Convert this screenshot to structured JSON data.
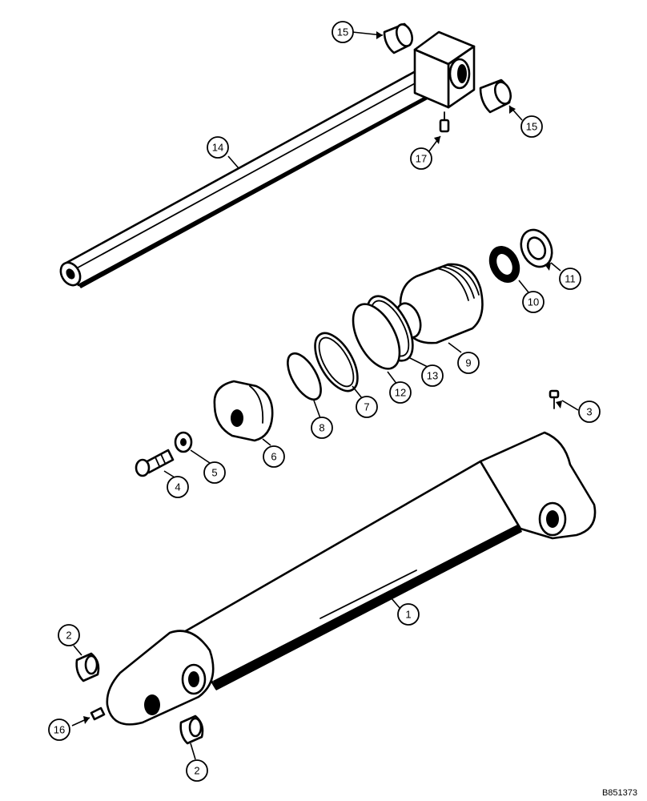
{
  "diagram_code": "B851373",
  "callouts": [
    {
      "id": "c1",
      "label": "1"
    },
    {
      "id": "c2a",
      "label": "2"
    },
    {
      "id": "c2b",
      "label": "2"
    },
    {
      "id": "c3",
      "label": "3"
    },
    {
      "id": "c4",
      "label": "4"
    },
    {
      "id": "c5",
      "label": "5"
    },
    {
      "id": "c6",
      "label": "6"
    },
    {
      "id": "c7",
      "label": "7"
    },
    {
      "id": "c8",
      "label": "8"
    },
    {
      "id": "c9",
      "label": "9"
    },
    {
      "id": "c10",
      "label": "10"
    },
    {
      "id": "c11",
      "label": "11"
    },
    {
      "id": "c12",
      "label": "12"
    },
    {
      "id": "c13",
      "label": "13"
    },
    {
      "id": "c14",
      "label": "14"
    },
    {
      "id": "c15a",
      "label": "15"
    },
    {
      "id": "c15b",
      "label": "15"
    },
    {
      "id": "c16",
      "label": "16"
    },
    {
      "id": "c17",
      "label": "17"
    }
  ]
}
